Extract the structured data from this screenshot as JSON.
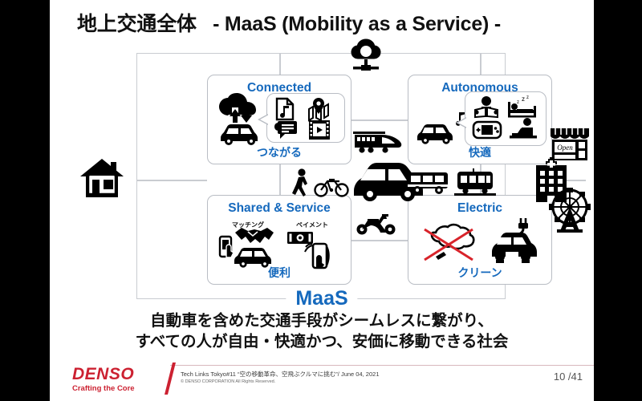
{
  "slide": {
    "title_jp": "地上交通全体",
    "title_en": "- MaaS (Mobility as a Service) -",
    "center_label": "MaaS",
    "caption_line1": "自動車を含めた交通手段がシームレスに繋がり、",
    "caption_line2": "すべての人が自由・快適かつ、安価に移動できる社会",
    "accent_blue": "#1569bd",
    "brand_red": "#cc2131",
    "frame_gray": "#c9ccd1"
  },
  "quadrants": [
    {
      "key": "connected",
      "title": "Connected",
      "footer": "つながる",
      "icons": [
        "cloud-sync-icon",
        "car-icon",
        "music-file-icon",
        "map-pin-icon",
        "chat-bubble-icon",
        "video-film-icon"
      ]
    },
    {
      "key": "autonomous",
      "title": "Autonomous",
      "footer": "快適",
      "icons": [
        "car-icon",
        "music-note-icon",
        "reading-person-icon",
        "sleeping-person-icon",
        "handheld-game-icon",
        "laptop-person-icon"
      ]
    },
    {
      "key": "shared",
      "title": "Shared & Service",
      "footer": "便利",
      "sub_labels": [
        "マッチング",
        "ペイメント"
      ],
      "icons": [
        "smartphone-tap-icon",
        "handshake-icon",
        "car-icon",
        "banknote-icon",
        "smartphone-pay-icon"
      ]
    },
    {
      "key": "electric",
      "title": "Electric",
      "footer": "クリーン",
      "icons": [
        "no-exhaust-icon",
        "ev-plug-car-icon"
      ]
    }
  ],
  "center_icons": [
    {
      "name": "shinkansen-icon",
      "label": "新幹線"
    },
    {
      "name": "pedestrian-icon",
      "label": "徒歩"
    },
    {
      "name": "bicycle-icon",
      "label": "自転車"
    },
    {
      "name": "minivan-icon",
      "label": "自動車"
    },
    {
      "name": "bus-icon",
      "label": "バス"
    },
    {
      "name": "tram-icon",
      "label": "路面電車"
    },
    {
      "name": "scooter-icon",
      "label": "スクーター"
    }
  ],
  "edge_icons": [
    {
      "name": "house-icon",
      "label": "自宅"
    },
    {
      "name": "shop-open-icon",
      "label": "Open"
    },
    {
      "name": "hospital-icon",
      "label": "病院"
    },
    {
      "name": "ferris-wheel-icon",
      "label": "遊園地"
    },
    {
      "name": "cloud-network-icon",
      "label": "クラウド"
    }
  ],
  "footer": {
    "logo_word": "DENSO",
    "logo_tagline": "Crafting the Core",
    "line1": "Tech Links Tokyo#11 “空の移動革命、空飛ぶクルマに挑む”/ June 04, 2021",
    "line2": "© DENSO CORPORATION All Rights Reserved.",
    "page": "10 /41"
  }
}
